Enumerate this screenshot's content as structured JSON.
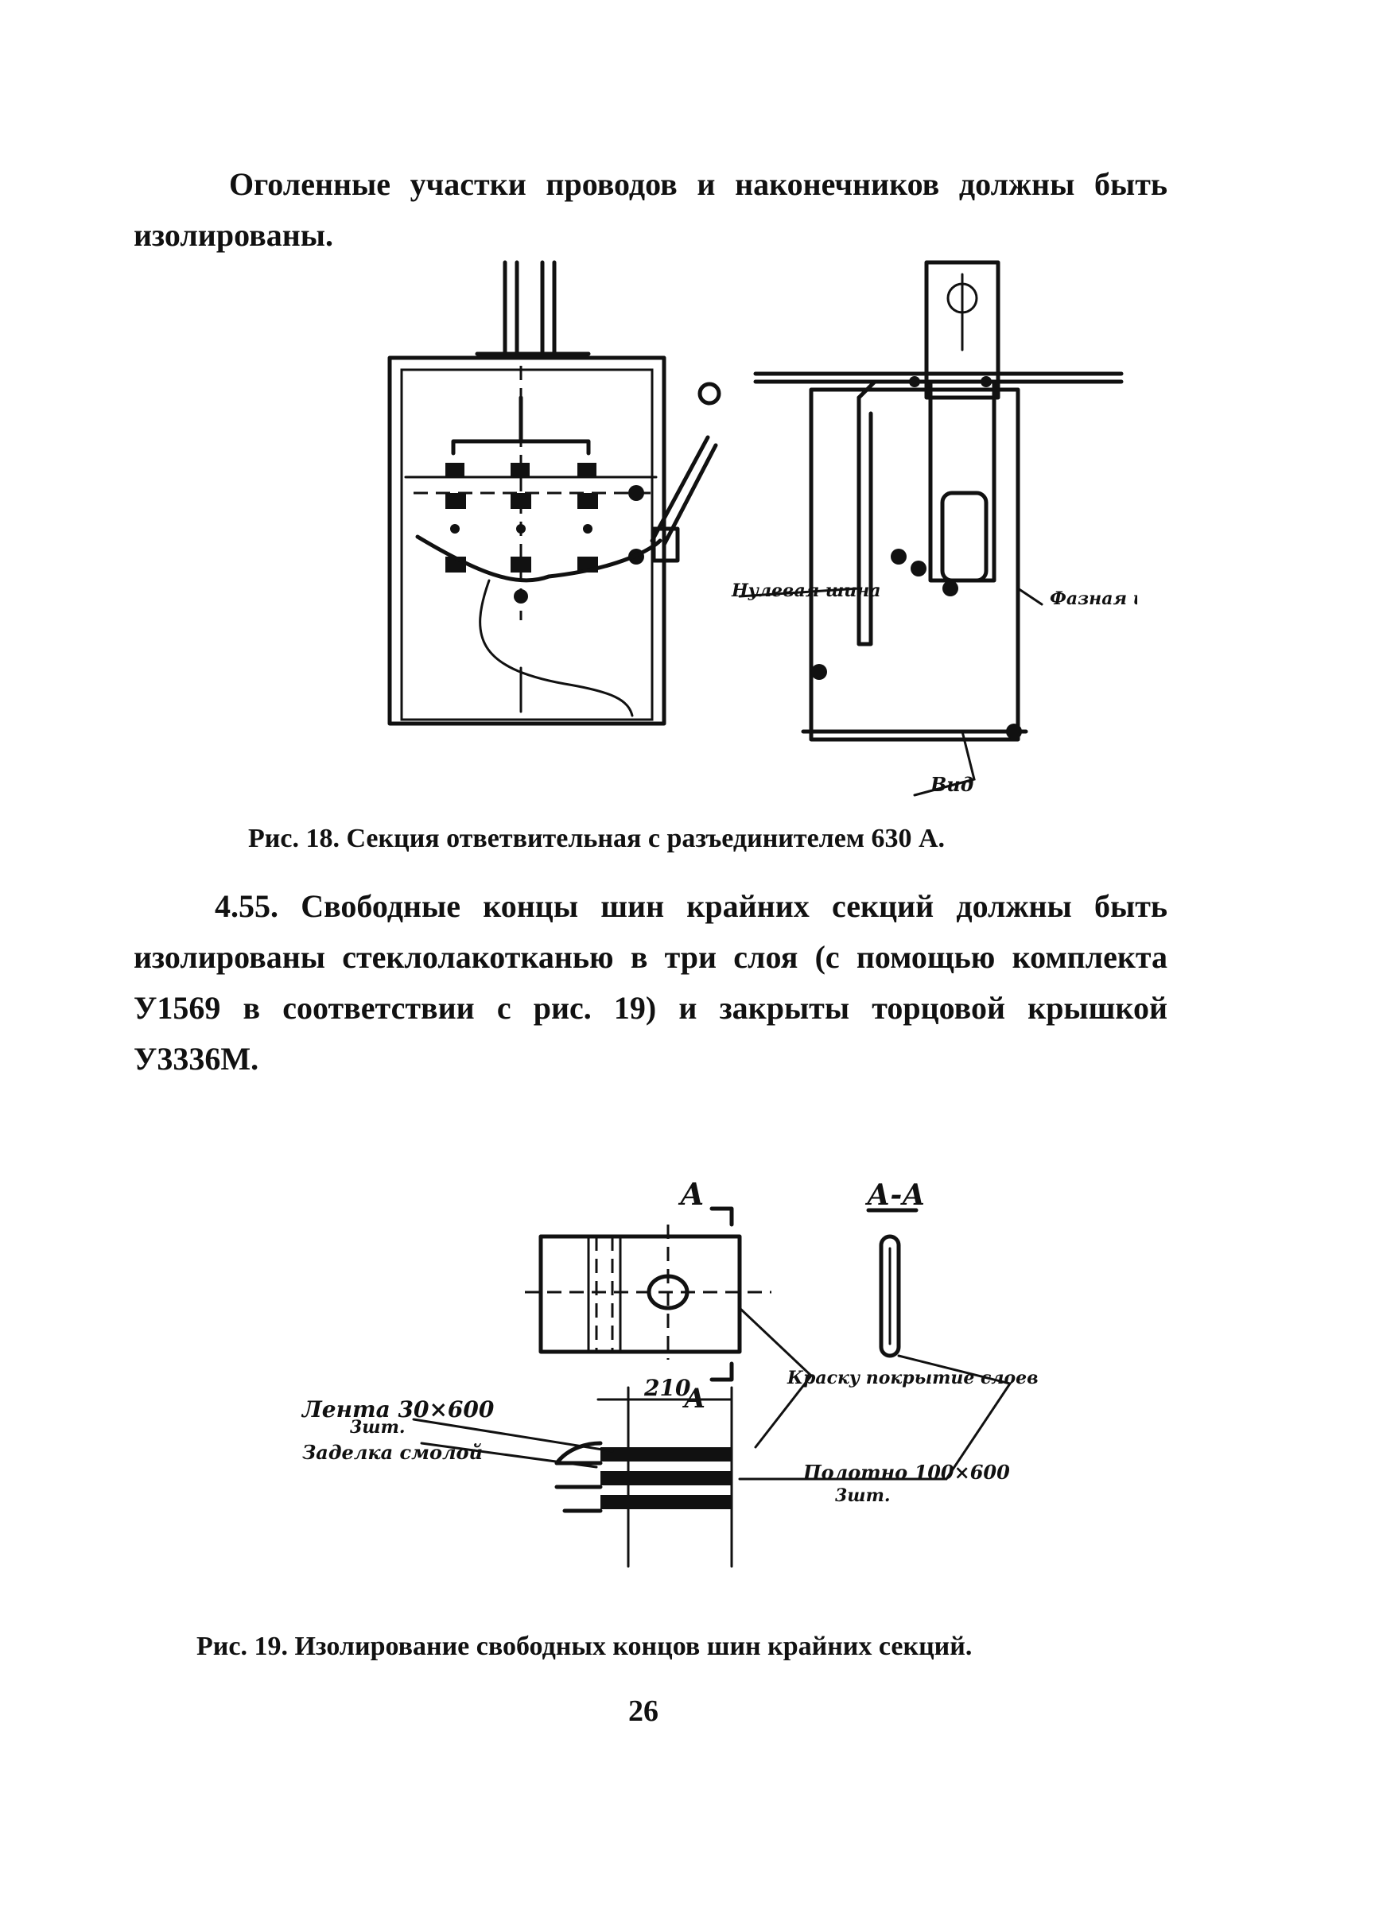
{
  "paragraph1": {
    "line1": "Оголенные участки проводов и наконечников должны быть",
    "line2": "изолированы."
  },
  "figure18": {
    "caption": "Рис. 18. Секция ответвительная с разъединителем 630 А.",
    "labels": {
      "left_note": "Нулевая шина",
      "right_note": "Фазная шина",
      "bottom_note": "Вид"
    }
  },
  "paragraph2": {
    "line1": "4.55. Свободные концы шин крайних секций должны быть",
    "line2": "изолированы стеклолакотканью в три слоя (с помощью комплекта",
    "line3": "У1569 в соответствии с рис. 19) и закрыты торцовой крышкой",
    "line4": "У3336М."
  },
  "figure19": {
    "caption": "Рис. 19. Изолирование свободных концов шин крайних секций.",
    "labels": {
      "section_mark_top": "А",
      "section_mark_bottom": "А",
      "section_view": "А-А",
      "tape_line1": "Лента 30×600",
      "tape_line2": "3шт.",
      "edge_wrap": "Заделка смолой",
      "sealant_note": "Краску покрытие слоев",
      "dimension": "210",
      "fabric_line1": "Полотно 100×600",
      "fabric_line2": "3шт."
    }
  },
  "page_number": "26"
}
